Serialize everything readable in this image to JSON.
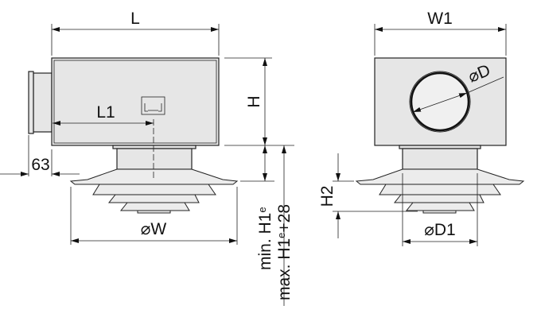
{
  "side_view": {
    "length": "L",
    "length_to_outlet": "L1",
    "height": "H",
    "spigot_length": "63",
    "diffuser_diameter": "W",
    "diameter_symbol": "⌀",
    "min_height_prefix": "min. H1",
    "min_height_sub": "e",
    "max_height_prefix": "max. H1",
    "max_height_sub": "e",
    "max_height_suffix": "+28"
  },
  "front_view": {
    "width": "W1",
    "duct_diameter": "D",
    "diffuser_height": "H2",
    "neck_diameter": "D1",
    "diameter_symbol": "⌀"
  },
  "colors": {
    "fill": "#e6e6e6",
    "line": "#222222"
  }
}
